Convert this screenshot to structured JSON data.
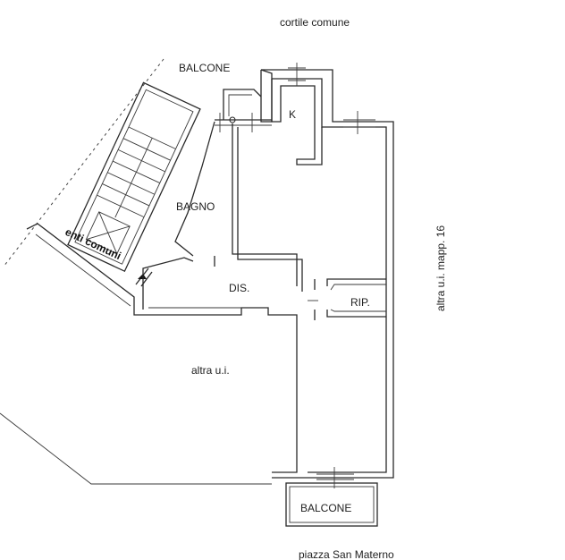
{
  "labels": {
    "top_courtyard": "cortile comune",
    "balcone_top": "BALCONE",
    "kitchen": "K",
    "bathroom": "BAGNO",
    "common_parts": "enti comuni",
    "hall": "DIS.",
    "storage": "RIP.",
    "other_unit_left": "altra u.i.",
    "other_unit_right": "altra u.i. mapp. 16",
    "balcone_bottom": "BALCONE",
    "bottom_square": "piazza San Materno"
  }
}
